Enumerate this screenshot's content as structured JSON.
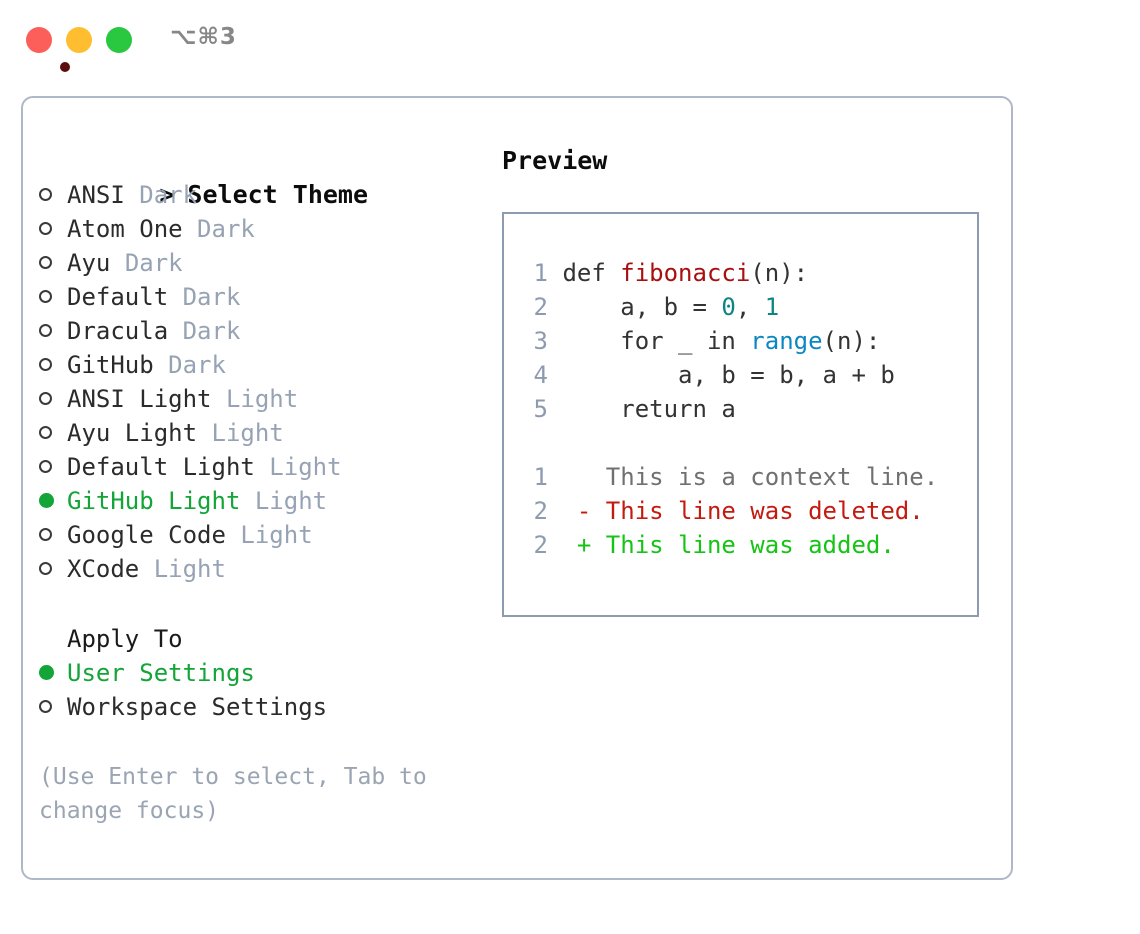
{
  "titlebar": {
    "shortcut": "⌥⌘3",
    "buttons": {
      "close": "close-button",
      "minimize": "minimize-button",
      "maximize": "maximize-button"
    }
  },
  "colors": {
    "accent_green": "#13a538",
    "card_border": "#aeb8c7",
    "preview_border": "#8c9bb0",
    "tag_muted": "#97a3b4",
    "line_number": "#8c9bb0",
    "hint_text": "#9aa4b3",
    "code_function": "#a80f0f",
    "code_number": "#0d8585",
    "code_builtin": "#0d86c4",
    "diff_context": "#707070",
    "diff_deleted": "#c41b10",
    "diff_added": "#16c416",
    "traffic_red": "#fc5f5a",
    "traffic_yellow": "#ffbe2f",
    "traffic_green": "#29c840"
  },
  "theme_list": {
    "caret": ">",
    "title": "Select Theme",
    "items": [
      {
        "label": "ANSI",
        "tag": "Dark",
        "selected": false
      },
      {
        "label": "Atom One",
        "tag": "Dark",
        "selected": false
      },
      {
        "label": "Ayu",
        "tag": "Dark",
        "selected": false
      },
      {
        "label": "Default",
        "tag": "Dark",
        "selected": false
      },
      {
        "label": "Dracula",
        "tag": "Dark",
        "selected": false
      },
      {
        "label": "GitHub",
        "tag": "Dark",
        "selected": false
      },
      {
        "label": "ANSI Light",
        "tag": "Light",
        "selected": false
      },
      {
        "label": "Ayu Light",
        "tag": "Light",
        "selected": false
      },
      {
        "label": "Default Light",
        "tag": "Light",
        "selected": false
      },
      {
        "label": "GitHub Light",
        "tag": "Light",
        "selected": true
      },
      {
        "label": "Google Code",
        "tag": "Light",
        "selected": false
      },
      {
        "label": "XCode",
        "tag": "Light",
        "selected": false
      }
    ]
  },
  "apply_to": {
    "title": "Apply To",
    "items": [
      {
        "label": "User Settings",
        "selected": true
      },
      {
        "label": "Workspace Settings",
        "selected": false
      }
    ]
  },
  "hint": "(Use Enter to select, Tab to change focus)",
  "preview": {
    "title": "Preview",
    "code_lines": [
      {
        "num": "1",
        "segments": [
          {
            "text": "def ",
            "kind": "plain"
          },
          {
            "text": "fibonacci",
            "kind": "fn"
          },
          {
            "text": "(n):",
            "kind": "plain"
          }
        ]
      },
      {
        "num": "2",
        "segments": [
          {
            "text": "    a, b = ",
            "kind": "plain"
          },
          {
            "text": "0",
            "kind": "num"
          },
          {
            "text": ", ",
            "kind": "plain"
          },
          {
            "text": "1",
            "kind": "num"
          }
        ]
      },
      {
        "num": "3",
        "segments": [
          {
            "text": "    for _ in ",
            "kind": "plain"
          },
          {
            "text": "range",
            "kind": "bi"
          },
          {
            "text": "(n):",
            "kind": "plain"
          }
        ]
      },
      {
        "num": "4",
        "segments": [
          {
            "text": "        a, b = b, a + b",
            "kind": "plain"
          }
        ]
      },
      {
        "num": "5",
        "segments": [
          {
            "text": "    return a",
            "kind": "plain"
          }
        ]
      }
    ],
    "diff_lines": [
      {
        "num": "1",
        "marker": " ",
        "text": " This is a context line.",
        "kind": "ctx"
      },
      {
        "num": "2",
        "marker": "-",
        "text": " This line was deleted.",
        "kind": "del"
      },
      {
        "num": "2",
        "marker": "+",
        "text": " This line was added.",
        "kind": "add"
      }
    ]
  }
}
